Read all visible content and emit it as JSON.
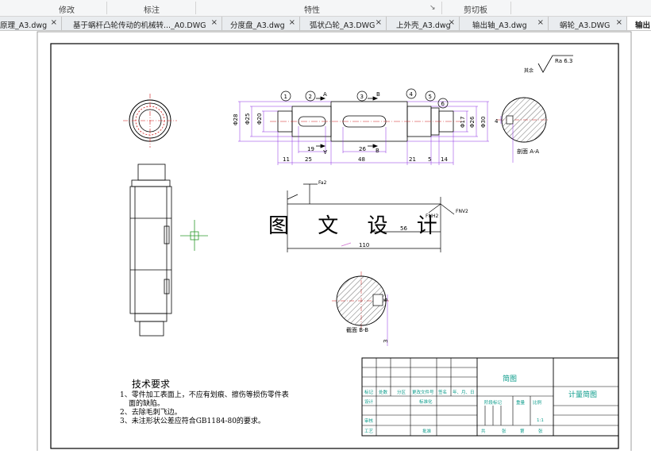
{
  "ribbon": {
    "groups": [
      "修改",
      "标注",
      "特性",
      "剪切板"
    ],
    "launcher_glyph": "↘"
  },
  "tabs": [
    {
      "label": "原理_A3.dwg"
    },
    {
      "label": "基于蜗杆凸轮传动的机械转..._A0.DWG"
    },
    {
      "label": "分度盘_A3.dwg"
    },
    {
      "label": "弧状凸轮_A3.DWG"
    },
    {
      "label": "上外壳_A3.dwg"
    },
    {
      "label": "输出轴_A3.dwg"
    },
    {
      "label": "蜗轮_A3.DWG"
    },
    {
      "label": "输出",
      "active": true
    }
  ],
  "drawing": {
    "roughness_label": "其余",
    "roughness_value": "Ra 6.3",
    "balloons": [
      "1",
      "2",
      "3",
      "4",
      "5",
      "6"
    ],
    "section_a_marker": "A",
    "section_b_marker": "B",
    "diameters_left": [
      "Φ28",
      "Φ25",
      "Φ20"
    ],
    "diameters_right": [
      "Φ17",
      "Φ26",
      "Φ30"
    ],
    "dims_inner": [
      "19",
      "26"
    ],
    "dims_bottom": [
      "11",
      "25",
      "48",
      "21",
      "5",
      "14"
    ],
    "section_a_label": "剖面 A-A",
    "section_a_dim": "4",
    "section_b_label": "截面 B-B",
    "section_b_dim": "6",
    "force_labels": [
      "Fa2",
      "FNH2",
      "FNV2"
    ],
    "force_dims": [
      "56",
      "110"
    ],
    "watermark": "图 文 设 计",
    "tech_title": "技术要求",
    "tech_lines": [
      "1、零件加工表面上，不应有划痕、擦伤等损伤零件表",
      "面的缺陷。",
      "2、去除毛刺飞边。",
      "3、未注形状公差应符合GB1184-80的要求。"
    ],
    "title_block": {
      "name": "简图",
      "drawing_name": "计量简图",
      "header_cells": [
        "标记",
        "处数",
        "分区",
        "更改文件号",
        "签名",
        "年、月、日"
      ],
      "row_labels": [
        "设计",
        "标准化",
        "阶段标记",
        "重量",
        "比例"
      ],
      "lower_labels": [
        "审核",
        "工艺",
        "批准"
      ],
      "scale": "1:1",
      "sheet_cells": [
        "共",
        "张",
        "第",
        "张"
      ]
    }
  }
}
